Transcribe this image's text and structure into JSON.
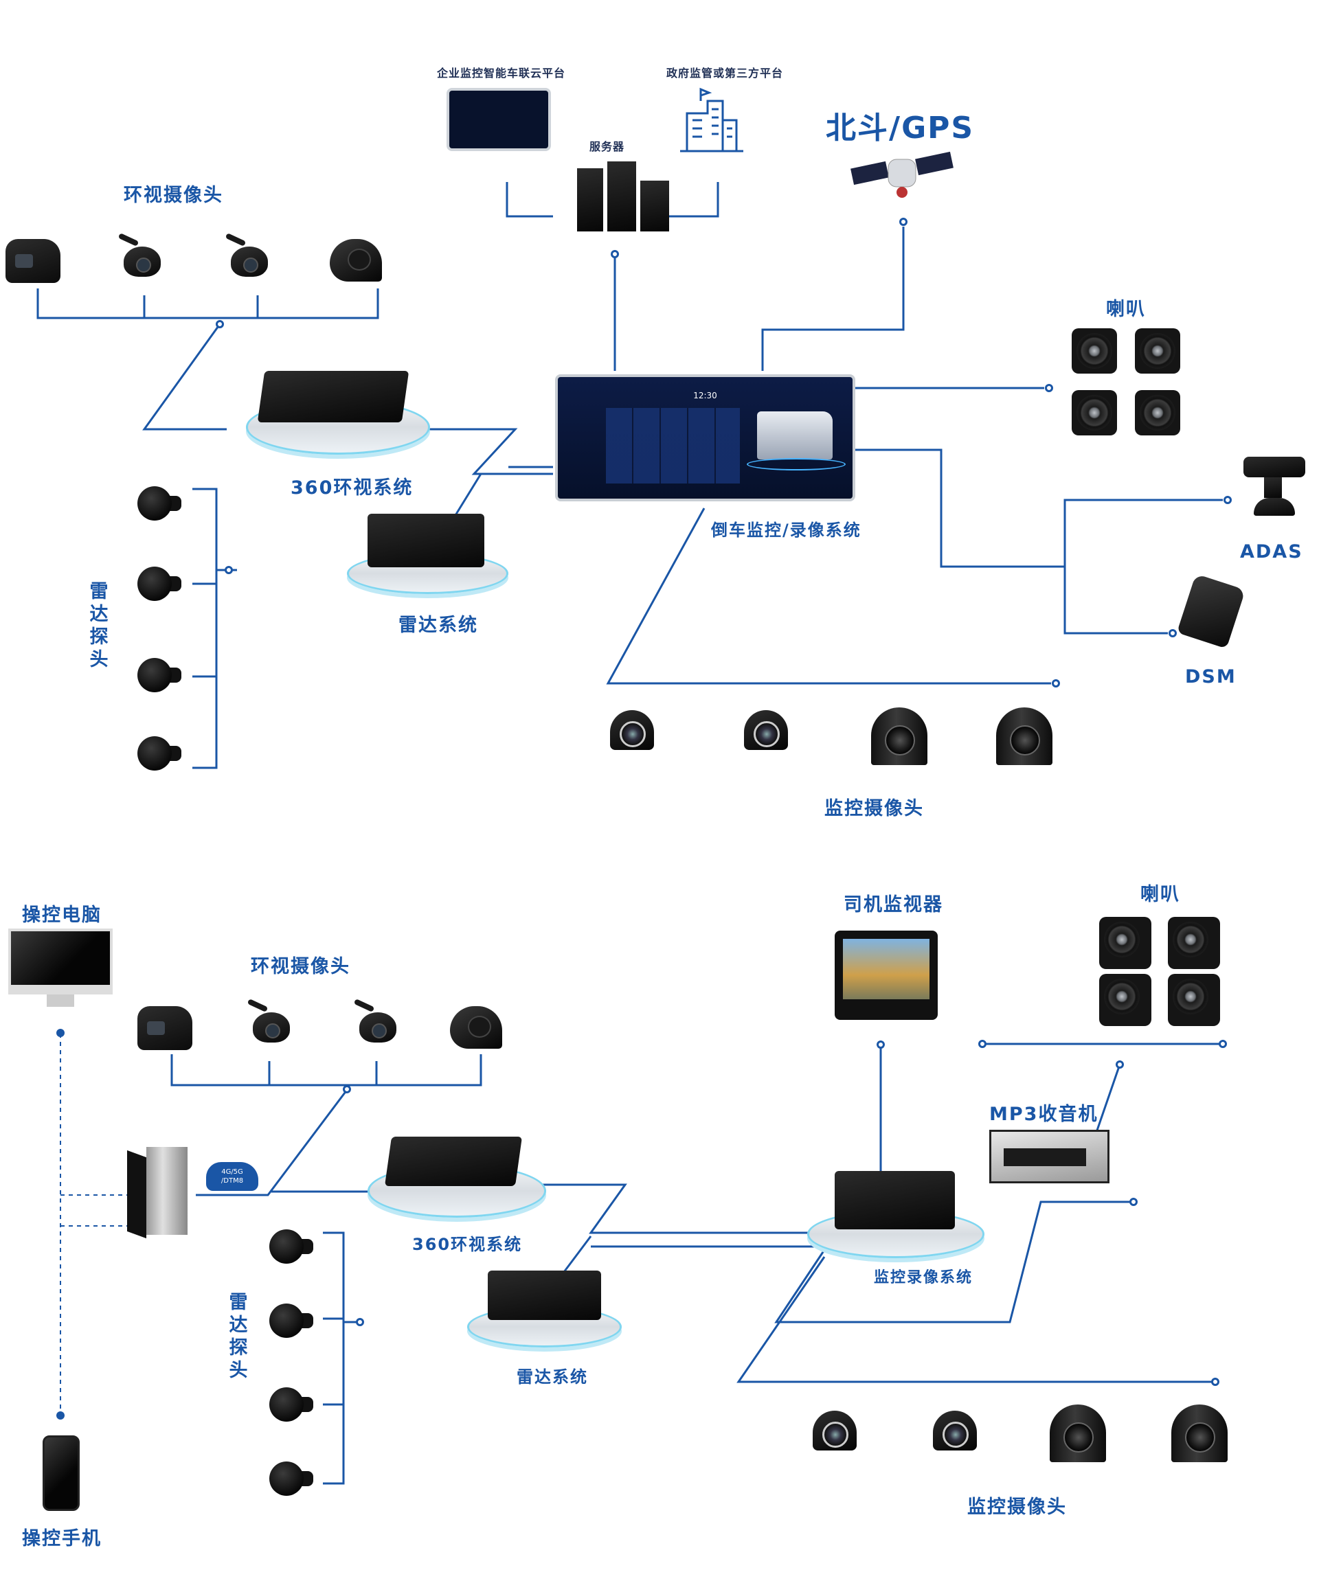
{
  "top_diagram": {
    "cloud_platform": "企业监控智能车联云平台",
    "gov_platform": "政府监管或第三方平台",
    "server": "服务器",
    "beidou_gps": "北斗/GPS",
    "surround_cameras": "环视摄像头",
    "speakers": "喇叭",
    "surround_system": "360环视系统",
    "radar_probes": [
      "雷",
      "达",
      "探",
      "头"
    ],
    "radar_system": "雷达系统",
    "main_unit": "倒车监控/录像系统",
    "main_unit_clock": "12:30",
    "adas": "ADAS",
    "dsm": "DSM",
    "monitor_cameras": "监控摄像头"
  },
  "bottom_diagram": {
    "control_pc": "操控电脑",
    "surround_cameras": "环视摄像头",
    "driver_monitor": "司机监视器",
    "speakers": "喇叭",
    "mp3_radio": "MP3收音机",
    "network_badge": [
      "4G/5G",
      "/DTM8"
    ],
    "surround_system": "360环视系统",
    "recorder_system": "监控录像系统",
    "radar_probes": [
      "雷",
      "达",
      "探",
      "头"
    ],
    "radar_system": "雷达系统",
    "control_phone": "操控手机",
    "monitor_cameras": "监控摄像头"
  },
  "colors": {
    "accent": "#1a56a6",
    "wire": "#1a56a6",
    "dark": "#0d0d0d"
  },
  "icons": [
    "camera-icon",
    "speaker-icon",
    "radar-probe-icon",
    "satellite-icon",
    "server-icon",
    "building-icon",
    "computer-icon",
    "phone-icon",
    "cloud-icon"
  ]
}
